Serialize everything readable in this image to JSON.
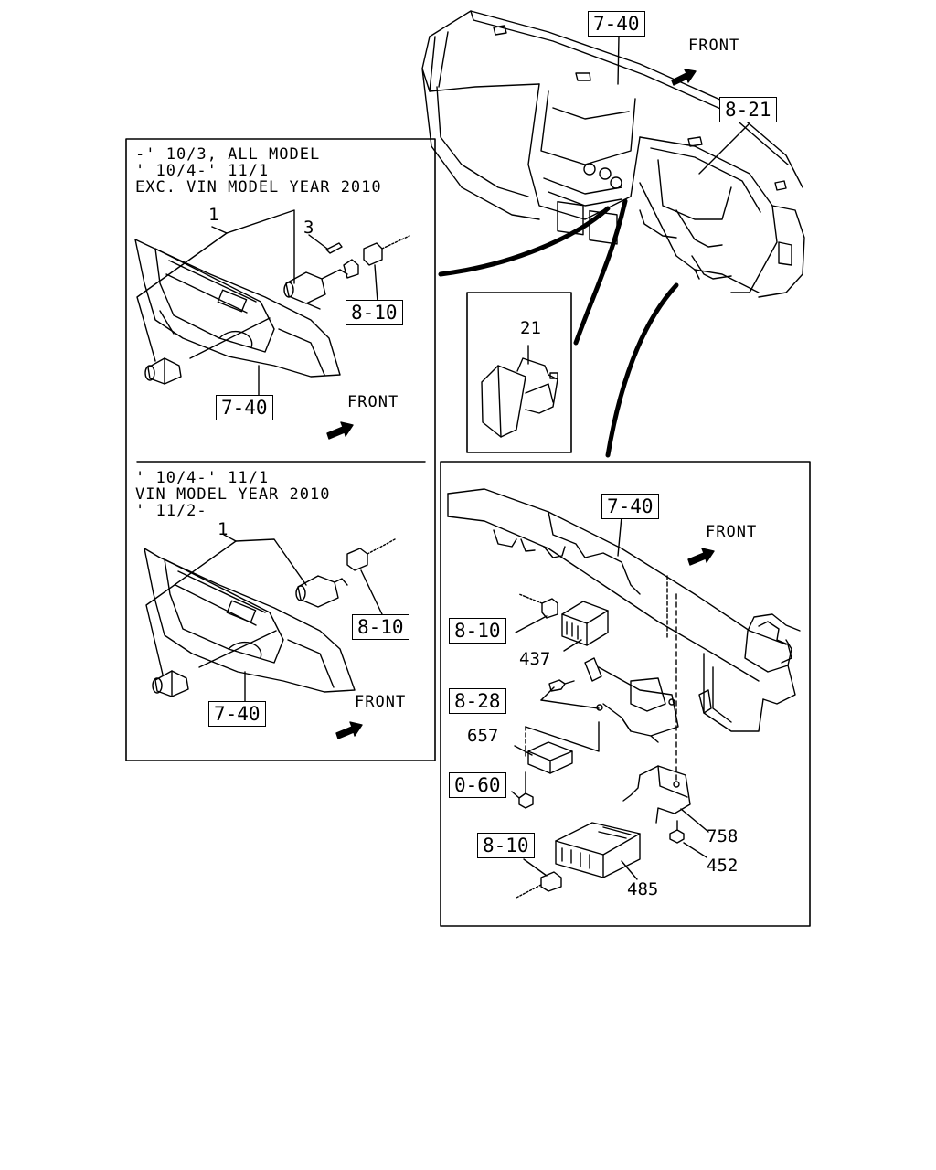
{
  "top": {
    "ref_dashboard": "7-40",
    "ref_cluster": "8-21",
    "front": "FRONT"
  },
  "panel_left": {
    "section_a": {
      "lines": [
        "-' 10/3, ALL MODEL",
        "' 10/4-' 11/1",
        "EXC. VIN MODEL YEAR 2010"
      ],
      "part_1": "1",
      "part_3": "3",
      "ref_8_10": "8-10",
      "ref_7_40": "7-40",
      "front": "FRONT"
    },
    "section_b": {
      "lines": [
        "' 10/4-' 11/1",
        "VIN MODEL YEAR 2010",
        "' 11/2-"
      ],
      "part_1": "1",
      "ref_8_10": "8-10",
      "ref_7_40": "7-40",
      "front": "FRONT"
    }
  },
  "panel_switch": {
    "part_21": "21"
  },
  "panel_right": {
    "ref_7_40": "7-40",
    "front": "FRONT",
    "ref_8_10_upper": "8-10",
    "part_437": "437",
    "ref_8_28": "8-28",
    "part_657": "657",
    "ref_0_60": "0-60",
    "ref_8_10_lower": "8-10",
    "part_758": "758",
    "part_452": "452",
    "part_485": "485"
  }
}
